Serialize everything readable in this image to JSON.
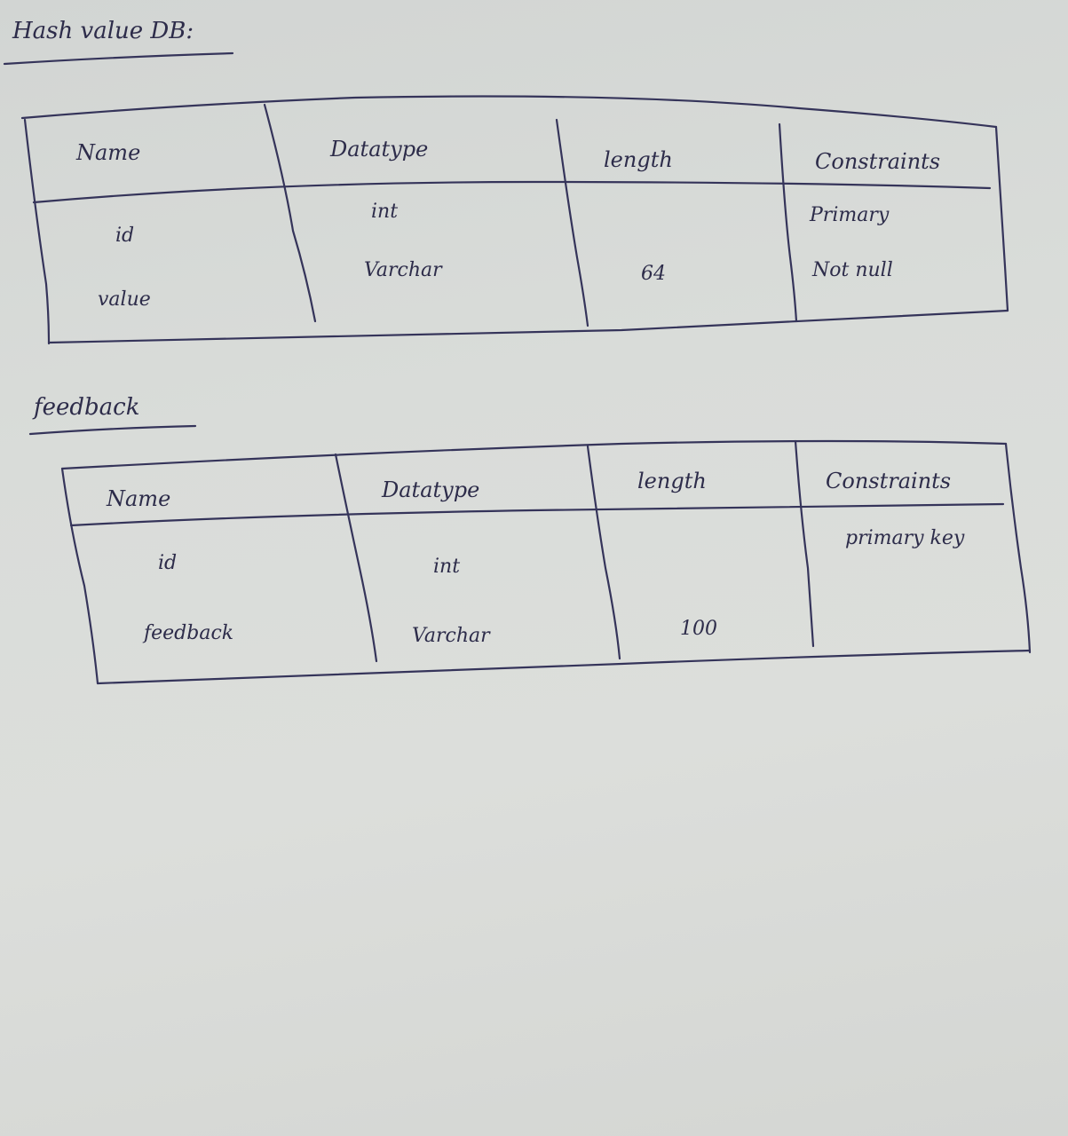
{
  "tables": [
    {
      "title": "Hash value DB:",
      "headers": {
        "name": "Name",
        "datatype": "Datatype",
        "length": "length",
        "constraints": "Constraints"
      },
      "rows": [
        {
          "name": "id",
          "datatype": "int",
          "length": "",
          "constraints": "Primary"
        },
        {
          "name": "value",
          "datatype": "Varchar",
          "length": "64",
          "constraints": "Not null"
        }
      ]
    },
    {
      "title": "feedback",
      "headers": {
        "name": "Name",
        "datatype": "Datatype",
        "length": "length",
        "constraints": "Constraints"
      },
      "rows": [
        {
          "name": "id",
          "datatype": "int",
          "length": "",
          "constraints": "primary key"
        },
        {
          "name": "feedback",
          "datatype": "Varchar",
          "length": "100",
          "constraints": ""
        }
      ]
    }
  ]
}
